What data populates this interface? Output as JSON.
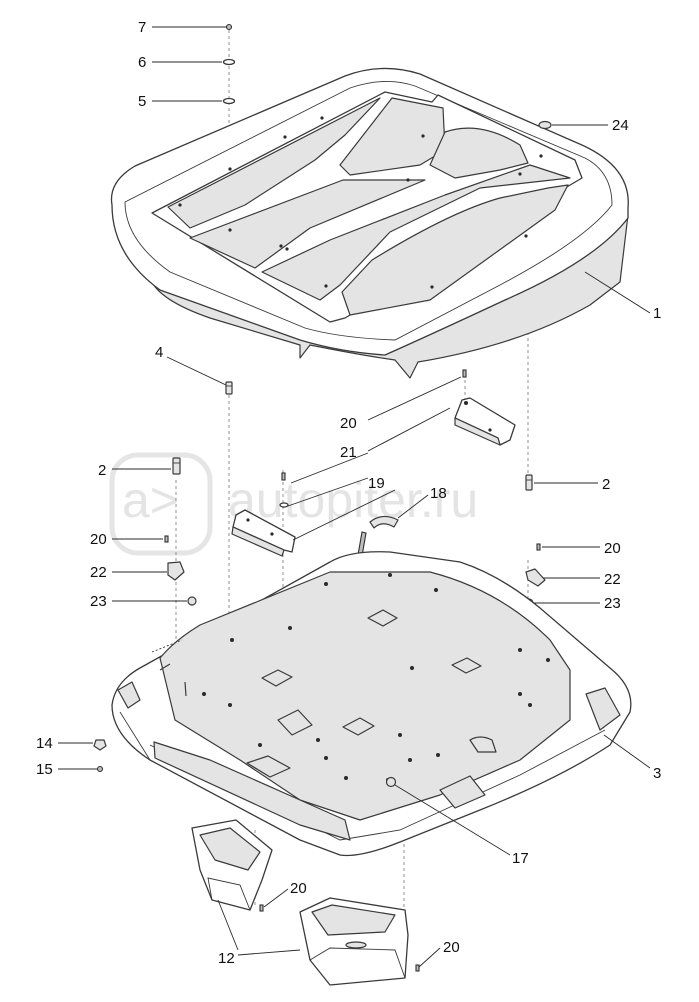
{
  "watermark": {
    "text": "autopiter.ru",
    "logo_glyph": "a>"
  },
  "callouts": [
    {
      "id": "c7",
      "label": "7"
    },
    {
      "id": "c6",
      "label": "6"
    },
    {
      "id": "c5",
      "label": "5"
    },
    {
      "id": "c24",
      "label": "24"
    },
    {
      "id": "c1",
      "label": "1"
    },
    {
      "id": "c4",
      "label": "4"
    },
    {
      "id": "c20a",
      "label": "20"
    },
    {
      "id": "c21",
      "label": "21"
    },
    {
      "id": "c19",
      "label": "19"
    },
    {
      "id": "c18",
      "label": "18"
    },
    {
      "id": "c2l",
      "label": "2"
    },
    {
      "id": "c2r",
      "label": "2"
    },
    {
      "id": "c20b",
      "label": "20"
    },
    {
      "id": "c20c",
      "label": "20"
    },
    {
      "id": "c22l",
      "label": "22"
    },
    {
      "id": "c22r",
      "label": "22"
    },
    {
      "id": "c23l",
      "label": "23"
    },
    {
      "id": "c23r",
      "label": "23"
    },
    {
      "id": "c14",
      "label": "14"
    },
    {
      "id": "c15",
      "label": "15"
    },
    {
      "id": "c3",
      "label": "3"
    },
    {
      "id": "c17",
      "label": "17"
    },
    {
      "id": "c20d",
      "label": "20"
    },
    {
      "id": "c12",
      "label": "12"
    },
    {
      "id": "c20e",
      "label": "20"
    }
  ]
}
